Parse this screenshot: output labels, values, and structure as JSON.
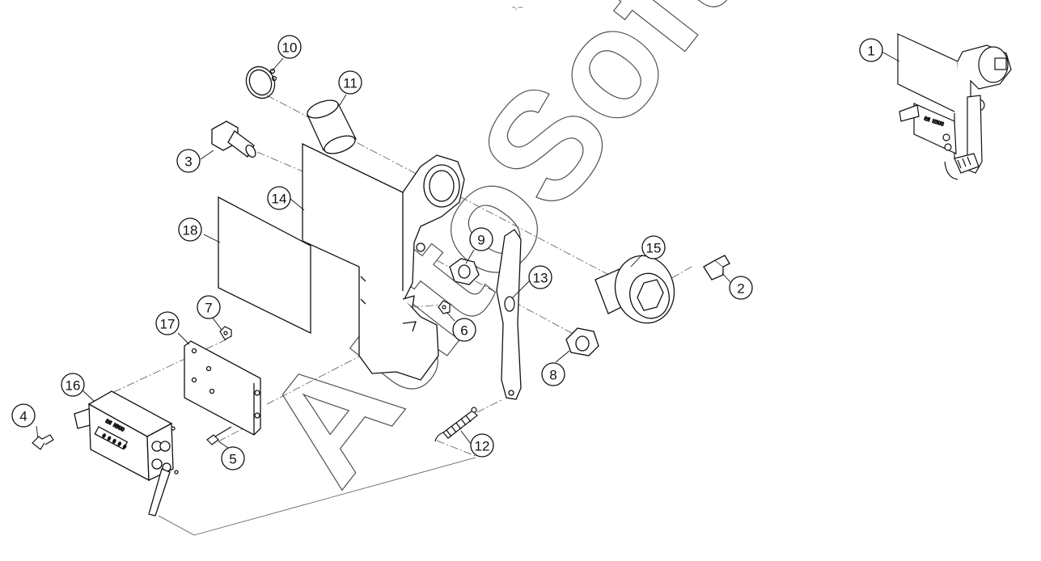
{
  "header": {
    "tiny_label": "¹⁰ₐ ᵃᵃᵃ"
  },
  "watermark": {
    "text": "AutoSoft"
  },
  "counter": {
    "hour_label": "ƧЯ H3UO",
    "digits": "0 0 0 0 0"
  },
  "callouts": [
    {
      "id": "1",
      "label": "1"
    },
    {
      "id": "2",
      "label": "2"
    },
    {
      "id": "3",
      "label": "3"
    },
    {
      "id": "4",
      "label": "4"
    },
    {
      "id": "5",
      "label": "5"
    },
    {
      "id": "6",
      "label": "6"
    },
    {
      "id": "7",
      "label": "7"
    },
    {
      "id": "8",
      "label": "8"
    },
    {
      "id": "9",
      "label": "9"
    },
    {
      "id": "10",
      "label": "10"
    },
    {
      "id": "11",
      "label": "11"
    },
    {
      "id": "12",
      "label": "12"
    },
    {
      "id": "13",
      "label": "13"
    },
    {
      "id": "14",
      "label": "14"
    },
    {
      "id": "15",
      "label": "15"
    },
    {
      "id": "16",
      "label": "16"
    },
    {
      "id": "17",
      "label": "17"
    },
    {
      "id": "18",
      "label": "18"
    }
  ]
}
